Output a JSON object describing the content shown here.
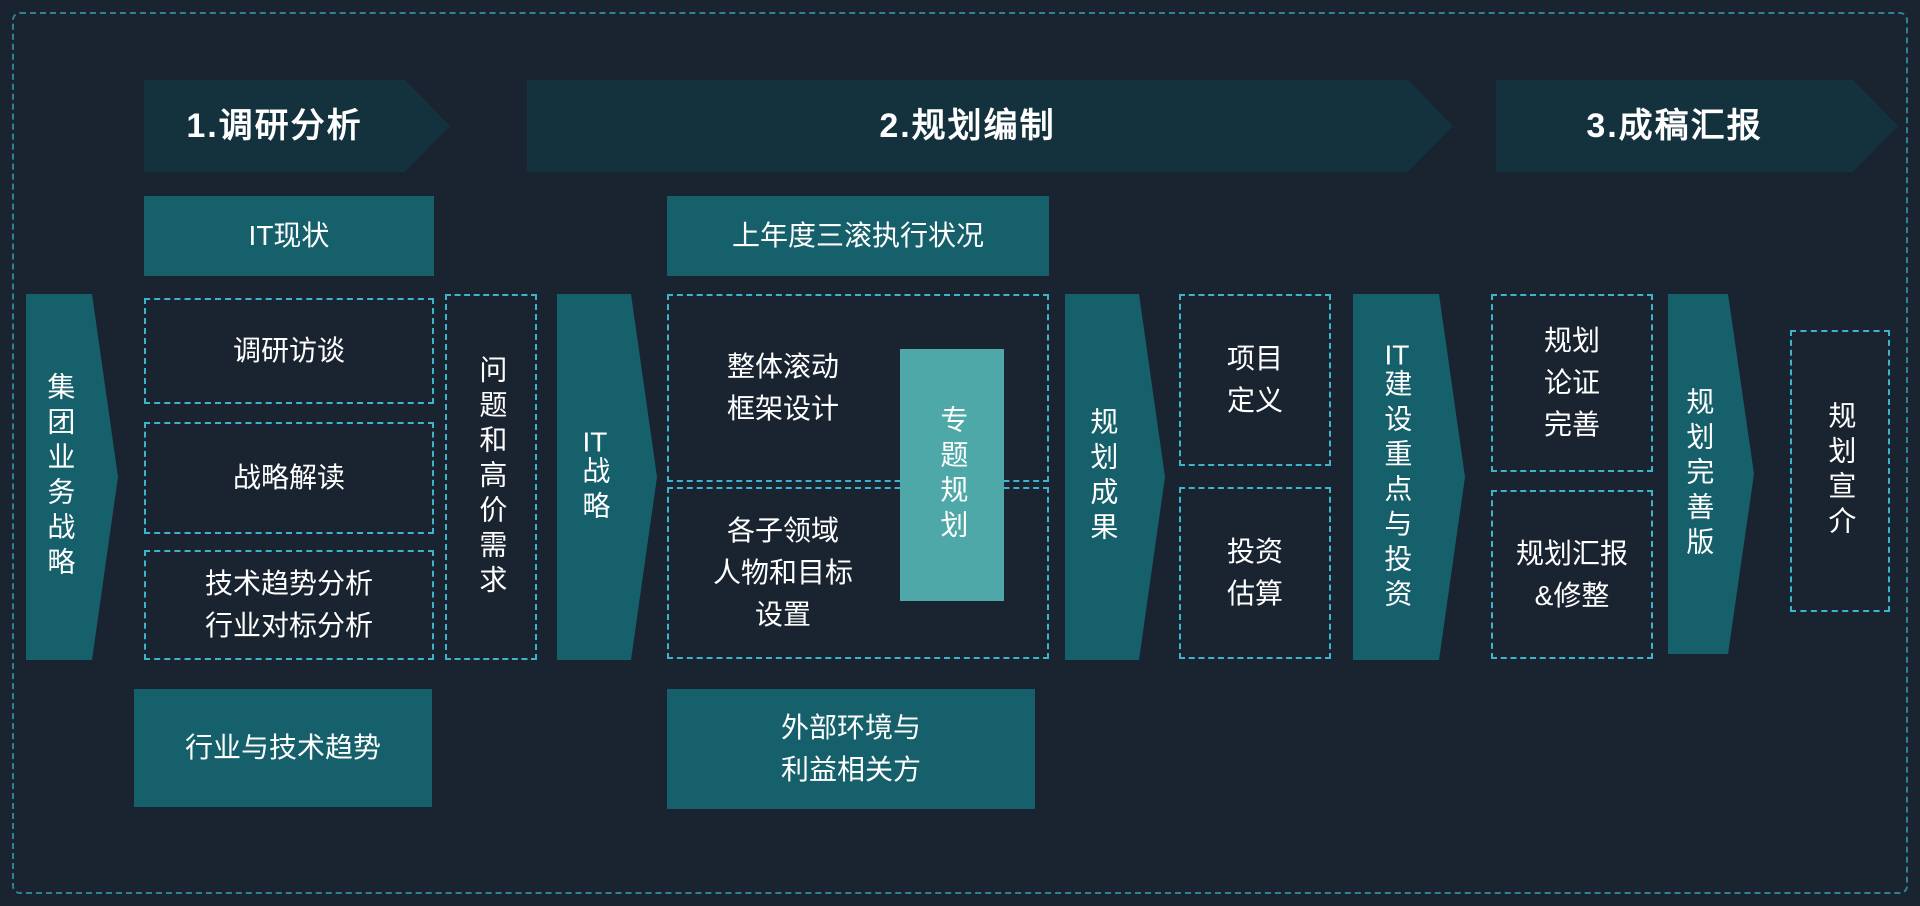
{
  "phases": {
    "p1": "1.调研分析",
    "p2": "2.规划编制",
    "p3": "3.成稿汇报"
  },
  "nodes": {
    "group_strategy": "集团业务战略",
    "it_status": "IT现状",
    "research_interview": "调研访谈",
    "strategy_interpretation": "战略解读",
    "tech_trend_analysis": "技术趋势分析\n行业对标分析",
    "industry_tech_trend": "行业与技术趋势",
    "problems_needs": "问题和高价需求",
    "it_strategy": "IT战略",
    "last_year_execution": "上年度三滚执行状况",
    "rolling_framework": "整体滚动\n框架设计",
    "subdomain_goals": "各子领域\n人物和目标\n设置",
    "special_planning": "专题规划",
    "external_environment": "外部环境与\n利益相关方",
    "planning_results": "规划成果",
    "project_definition": "项目\n定义",
    "investment_estimate": "投资\n估算",
    "it_construction_focus": "IT建设重点与投资",
    "plan_review": "规划\n论证\n完善",
    "plan_report": "规划汇报\n&修整",
    "plan_final_version": "规划完善版",
    "plan_promotion": "规划宣介"
  },
  "colors": {
    "background": "#1a2330",
    "header": "#13323e",
    "solid_box": "#15606b",
    "highlight_box": "#4fa8a8",
    "dashed_border": "#3db4cc",
    "text": "#ffffff"
  }
}
